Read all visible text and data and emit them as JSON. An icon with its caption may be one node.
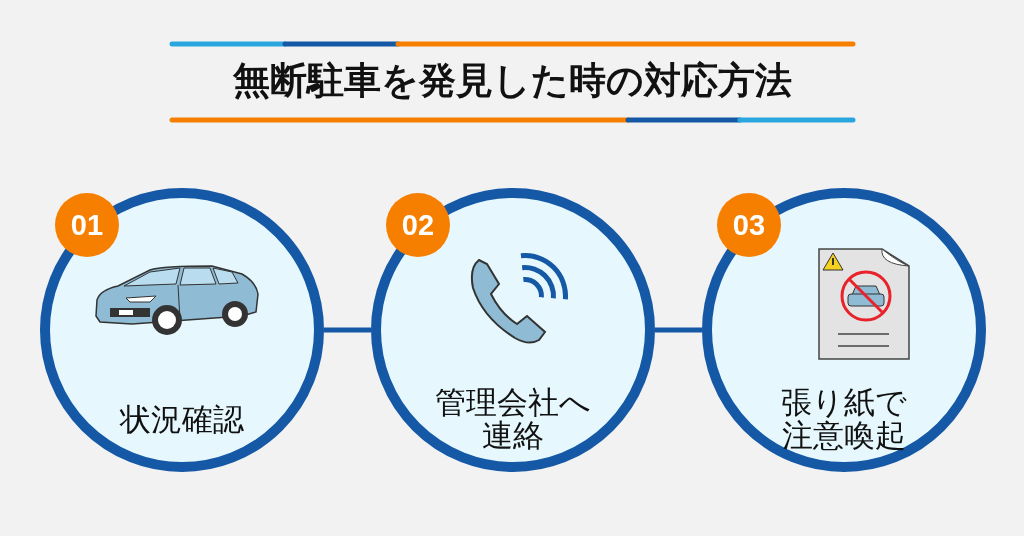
{
  "diagram": {
    "title": "無断駐車を発見した時の対応方法",
    "nodes": [
      {
        "text": [
          "01"
        ],
        "in": 1
      },
      {
        "text": [
          "状況確認"
        ]
      },
      {
        "text": [
          "02"
        ],
        "in": 3
      },
      {
        "text": [
          "管理会社へ連絡"
        ]
      },
      {
        "text": [
          "03"
        ],
        "in": 5
      },
      {
        "text": [
          "張り紙で注意喚起"
        ]
      }
    ],
    "edges": [
      {
        "from": 1,
        "to": 3,
        "arrow": "none"
      },
      {
        "from": 3,
        "to": 5,
        "arrow": "none"
      }
    ]
  }
}
